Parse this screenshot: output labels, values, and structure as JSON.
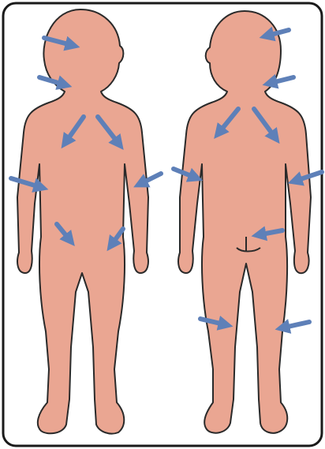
{
  "figure": {
    "background": "#ffffff",
    "frame_color": "#1a1a1a",
    "skin_color": "#eaa692",
    "outline_color": "#2a2a2a",
    "arrow_color": "#5e80b8"
  },
  "figures": [
    {
      "view": "front",
      "arrow_count": 8
    },
    {
      "view": "back",
      "arrow_count": 9
    }
  ]
}
